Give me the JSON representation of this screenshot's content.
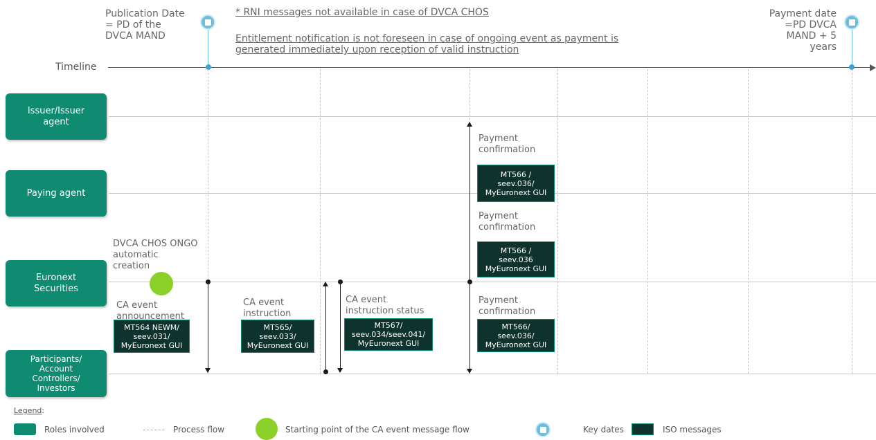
{
  "top": {
    "publication_date": "Publication Date\n= PD of the\nDVCA MAND",
    "payment_date": "Payment date\n=PD DVCA\nMAND + 5\nyears",
    "note1": "* RNI messages not available in case of DVCA CHOS",
    "note2": "Entitlement notification is not foreseen in case of ongoing event as payment is\ngenerated immediately upon reception of valid instruction",
    "timeline_label": "Timeline"
  },
  "roles": {
    "issuer": "Issuer/Issuer\nagent",
    "paying_agent": "Paying agent",
    "euronext": "Euronext\nSecurities",
    "participants": "Participants/\nAccount\nControllers/\nInvestors"
  },
  "flows": {
    "auto_creation": "DVCA CHOS ONGO\nautomatic\ncreation",
    "announcement": "CA event\nannouncement",
    "announcement_msg": "MT564 NEWM/\nseev.031/\nMyEuronext GUI",
    "instruction": "CA event\ninstruction",
    "instruction_msg": "MT565/\nseev.033/\nMyEuronext GUI",
    "instruction_status": "CA event\ninstruction status",
    "instruction_status_msg": "MT567/\nseev.034/seev.041/\nMyEuronext GUI",
    "payment_conf_1": "Payment\nconfirmation",
    "payment_conf_1_msg": "MT566 /\nseev.036/\nMyEuronext GUI",
    "payment_conf_2": "Payment\nconfirmation",
    "payment_conf_2_msg": "MT566 /\nseev.036\nMyEuronext GUI",
    "payment_conf_3": "Payment\nconfirmation",
    "payment_conf_3_msg": "MT566/\nseev.036/\nMyEuronext GUI"
  },
  "legend": {
    "title": "Legend",
    "roles": "Roles involved",
    "process_flow": "Process flow",
    "starting_point": "Starting point of the CA event message flow",
    "key_dates": "Key dates",
    "iso_messages": "ISO messages"
  },
  "colors": {
    "role_green": "#0f8b72",
    "start_green": "#8cd12a",
    "iso_dark": "#0e332d",
    "key_date_blue": "#6dbde0"
  }
}
